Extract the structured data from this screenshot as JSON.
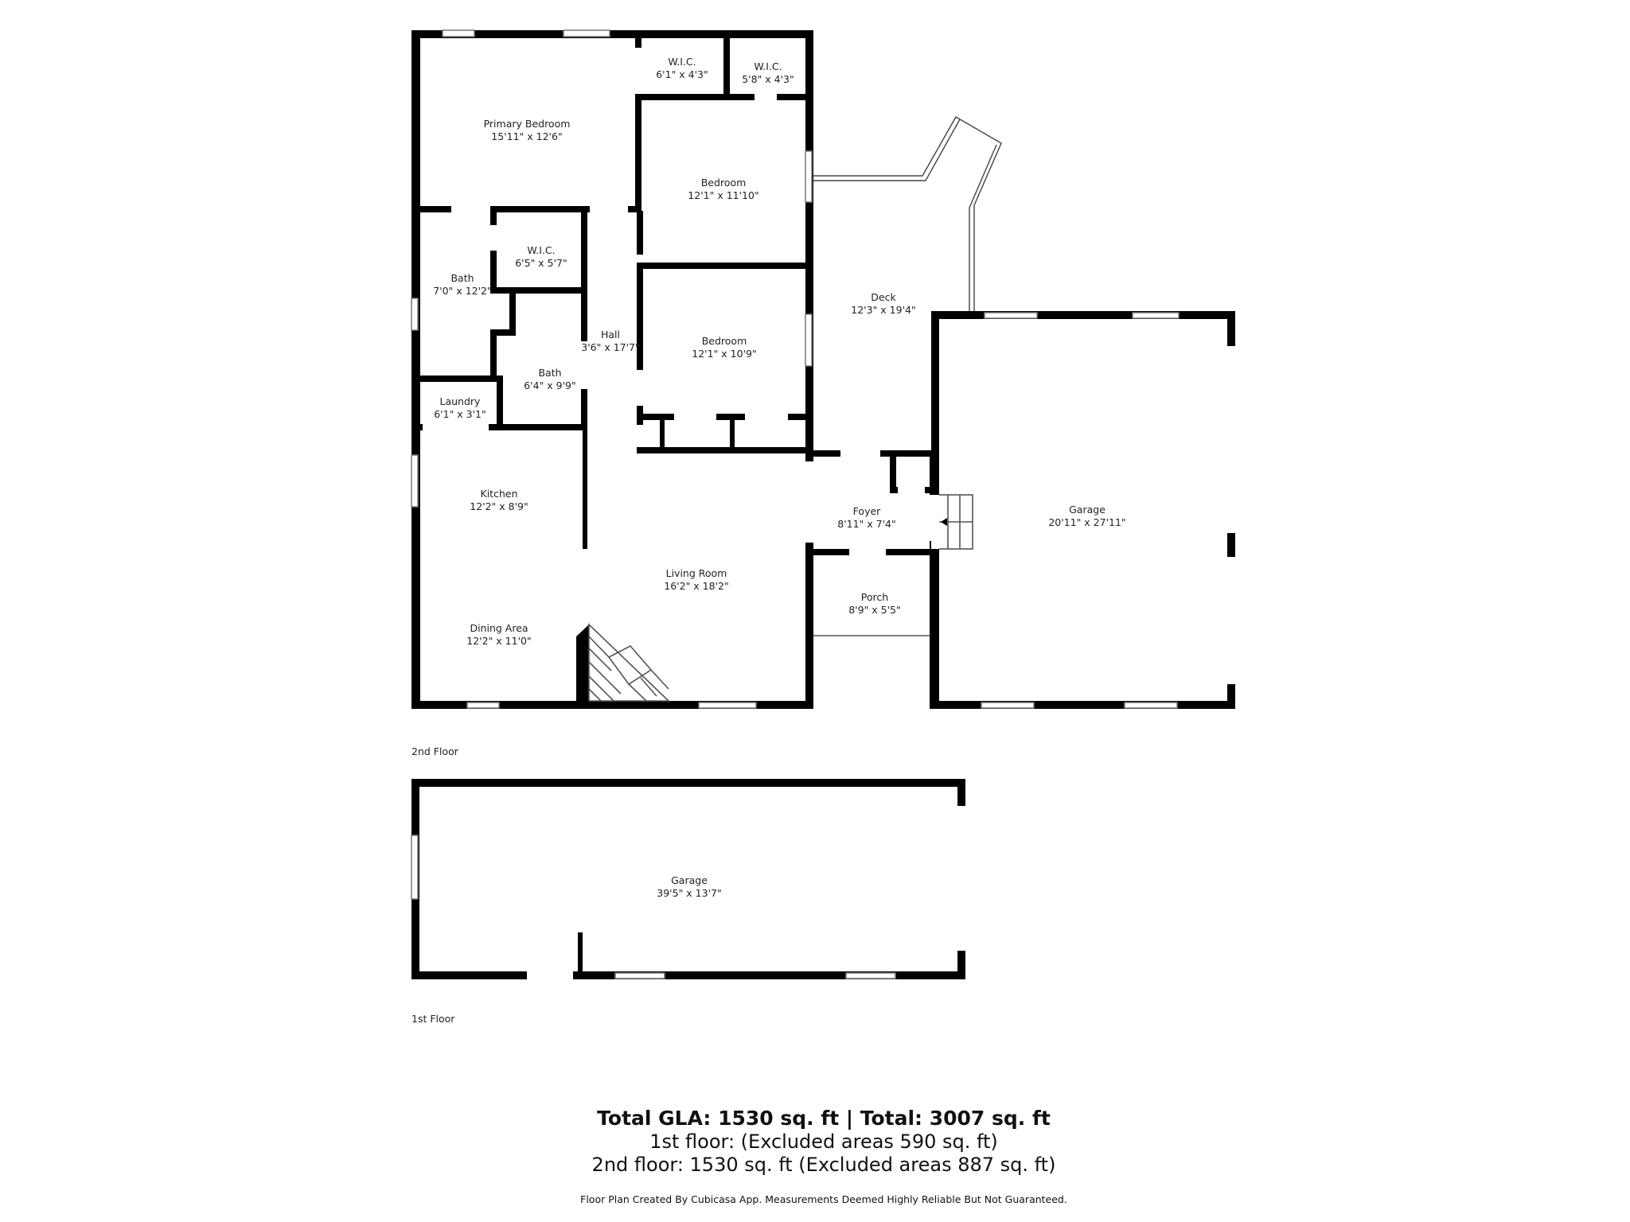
{
  "floors": {
    "upper": {
      "label": "2nd Floor",
      "rooms": [
        {
          "name": "Primary Bedroom",
          "size": "15'11\" x 12'6\""
        },
        {
          "name": "W.I.C.",
          "size": "6'1\" x 4'3\""
        },
        {
          "name": "W.I.C.",
          "size": "5'8\" x 4'3\""
        },
        {
          "name": "Bedroom",
          "size": "12'1\" x 11'10\""
        },
        {
          "name": "W.I.C.",
          "size": "6'5\" x 5'7\""
        },
        {
          "name": "Bath",
          "size": "7'0\" x 12'2\""
        },
        {
          "name": "Hall",
          "size": "3'6\" x 17'7\""
        },
        {
          "name": "Bedroom",
          "size": "12'1\" x 10'9\""
        },
        {
          "name": "Bath",
          "size": "6'4\" x 9'9\""
        },
        {
          "name": "Laundry",
          "size": "6'1\" x 3'1\""
        },
        {
          "name": "Deck",
          "size": "12'3\" x 19'4\""
        },
        {
          "name": "Kitchen",
          "size": "12'2\" x 8'9\""
        },
        {
          "name": "Foyer",
          "size": "8'11\" x 7'4\""
        },
        {
          "name": "Garage",
          "size": "20'11\" x 27'11\""
        },
        {
          "name": "Living Room",
          "size": "16'2\" x 18'2\""
        },
        {
          "name": "Porch",
          "size": "8'9\" x 5'5\""
        },
        {
          "name": "Dining Area",
          "size": "12'2\" x 11'0\""
        }
      ]
    },
    "lower": {
      "label": "1st Floor",
      "rooms": [
        {
          "name": "Garage",
          "size": "39'5\" x 13'7\""
        }
      ]
    }
  },
  "summary": {
    "title": "Total GLA: 1530 sq. ft | Total: 3007 sq. ft",
    "first_floor": "1st floor: (Excluded areas 590 sq. ft)",
    "second_floor": "2nd floor: 1530 sq. ft (Excluded areas 887 sq. ft)",
    "credit": "Floor Plan Created By Cubicasa App. Measurements Deemed Highly Reliable But Not Guaranteed."
  },
  "colors": {
    "wall": "#000000",
    "background": "#ffffff",
    "text": "#222222"
  }
}
